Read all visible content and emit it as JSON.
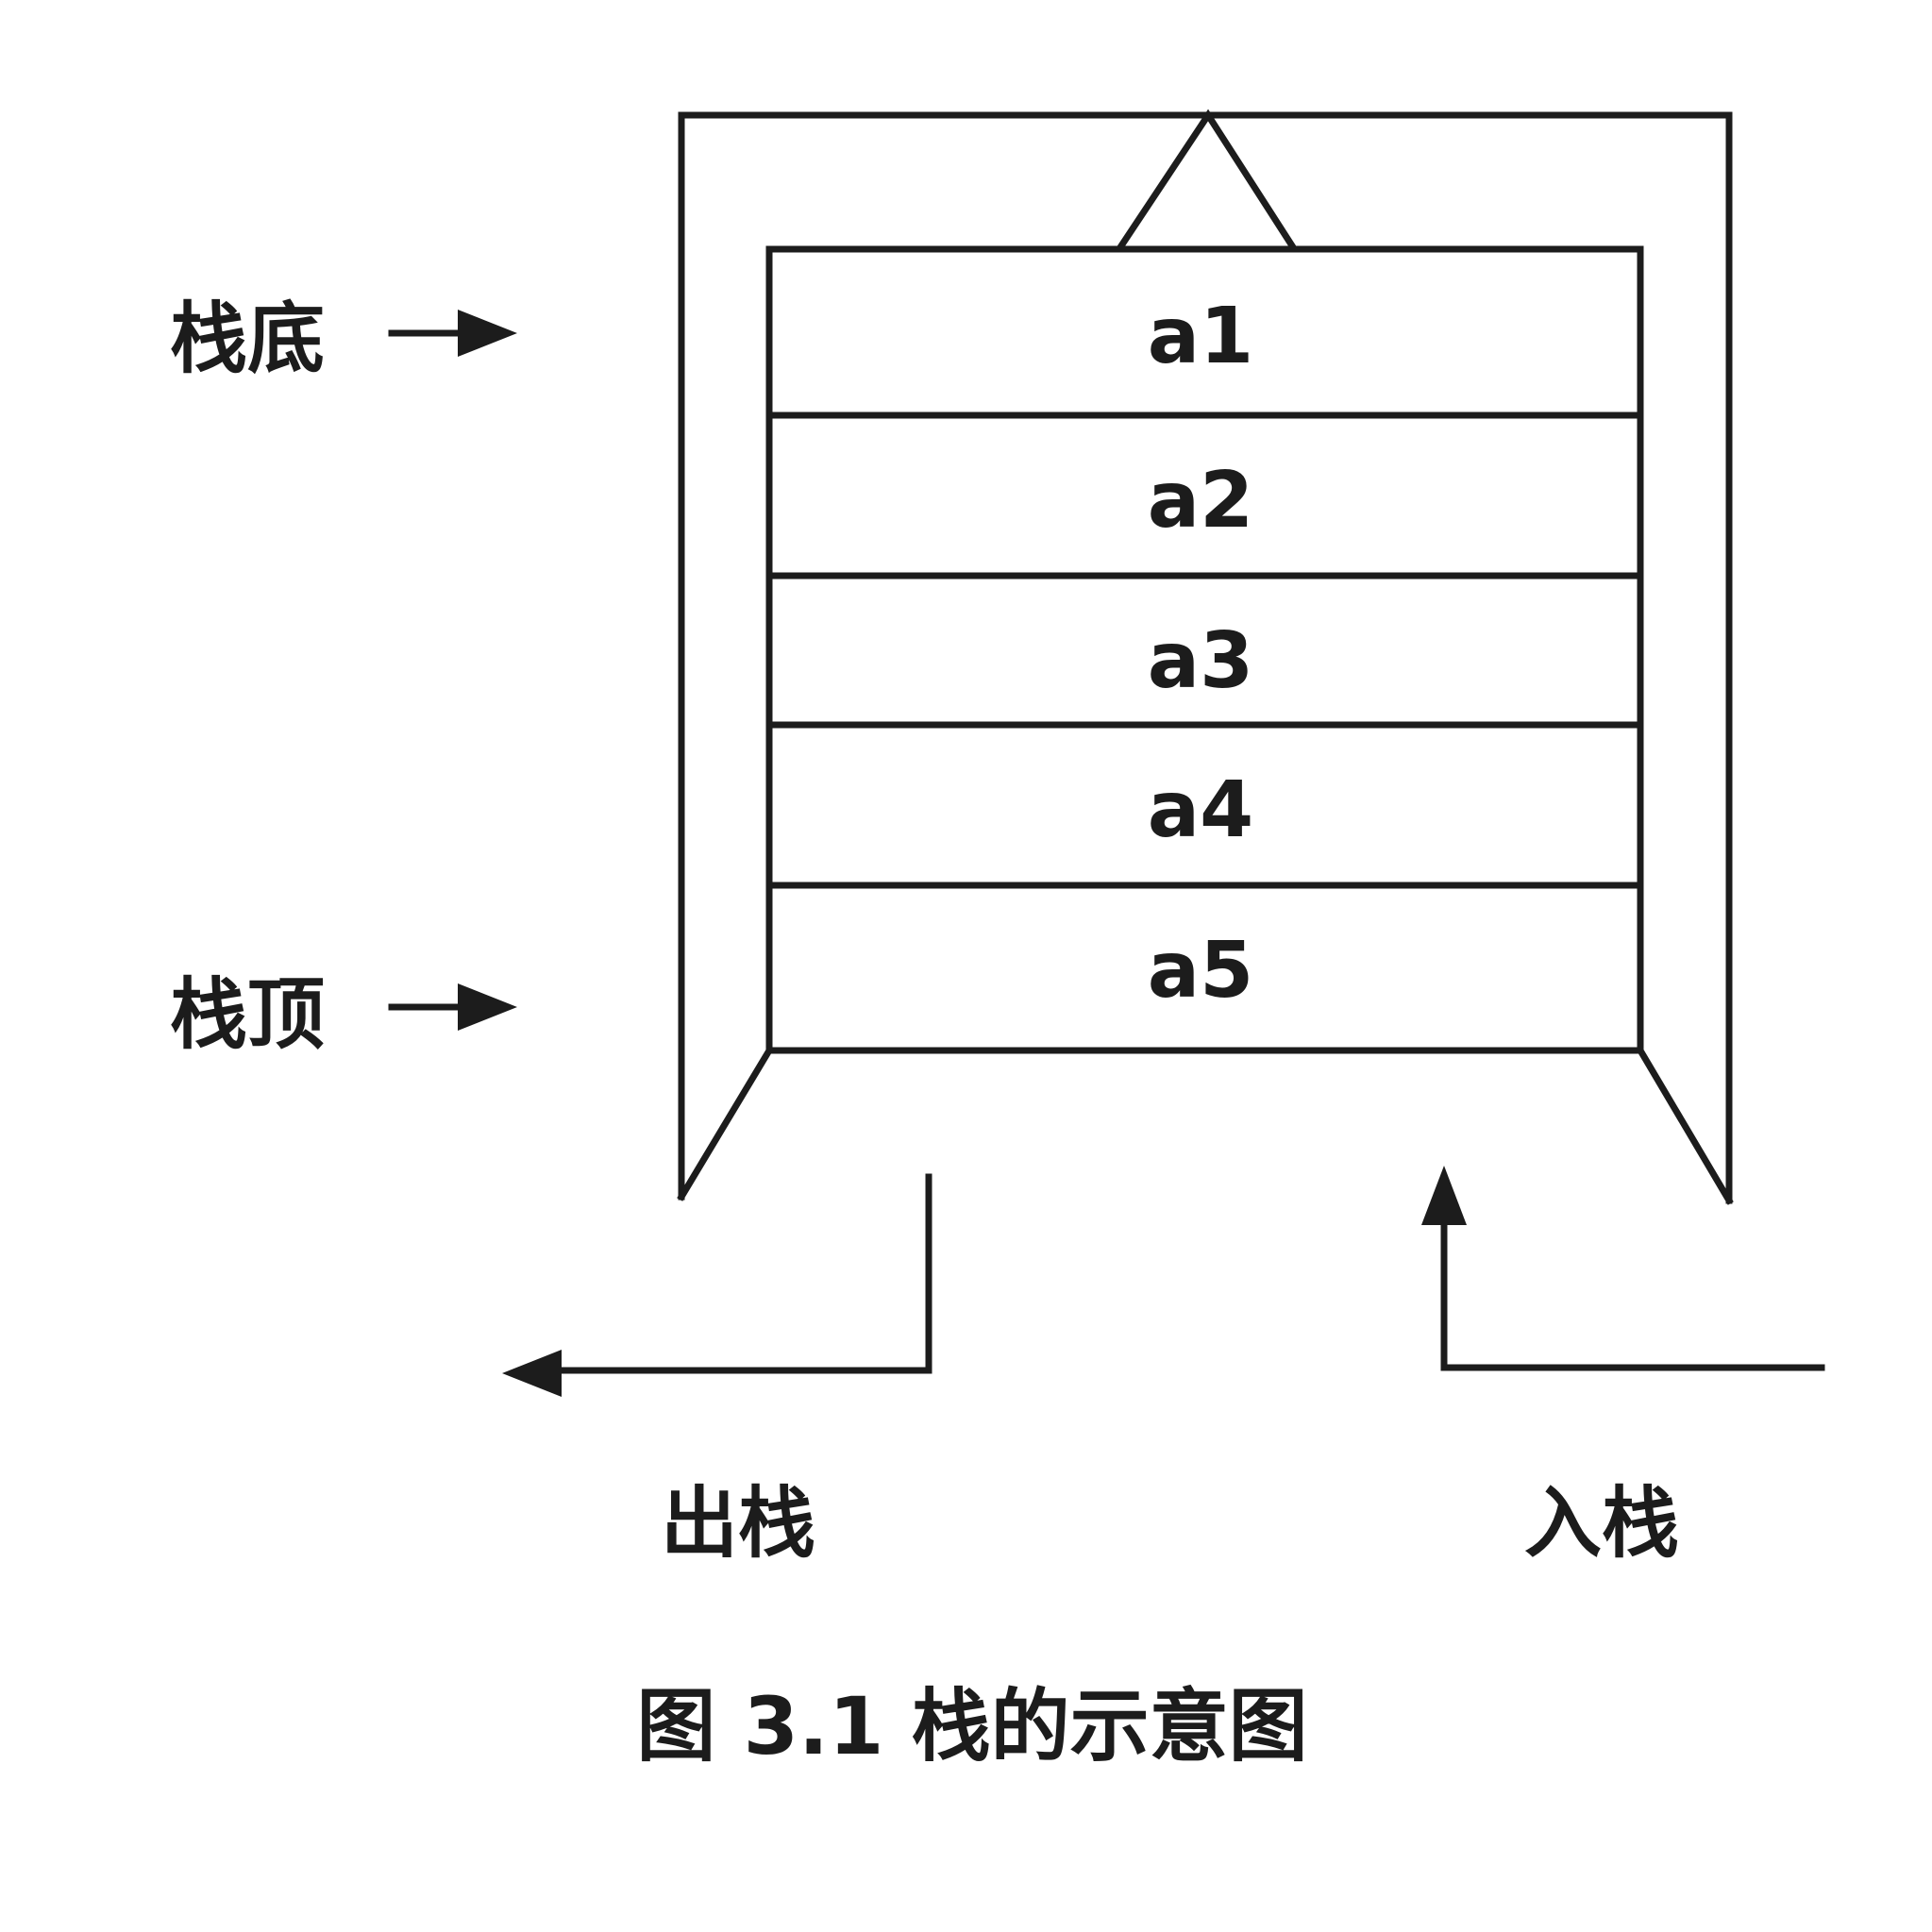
{
  "diagram": {
    "type": "stack",
    "elements": [
      "a1",
      "a2",
      "a3",
      "a4",
      "a5"
    ],
    "labels": {
      "bottom": "栈底",
      "top": "栈顶",
      "pop": "出栈",
      "push": "入栈"
    },
    "caption": "图 3.1 栈的示意图",
    "colors": {
      "stroke": "#1c1c1c",
      "background": "#ffffff"
    }
  }
}
